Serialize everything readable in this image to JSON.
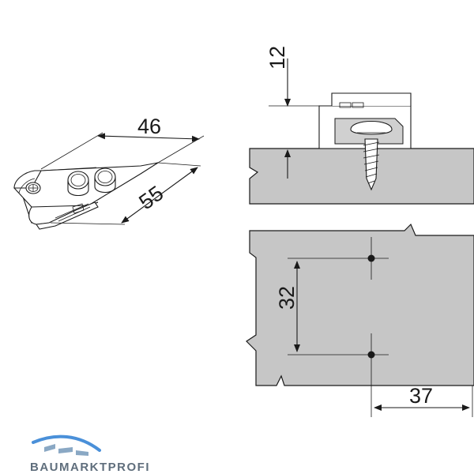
{
  "dimensions": {
    "width_top": "46",
    "depth_diag": "55",
    "height_side": "12",
    "hole_spacing": "32",
    "edge_offset": "37"
  },
  "logo": {
    "text": "BAUMARKTPROFI"
  },
  "colors": {
    "board_fill": "#c6c6c6",
    "line": "#1a1a1a",
    "logo_accent": "#4a90d9",
    "logo_text": "#5f6e7c"
  }
}
